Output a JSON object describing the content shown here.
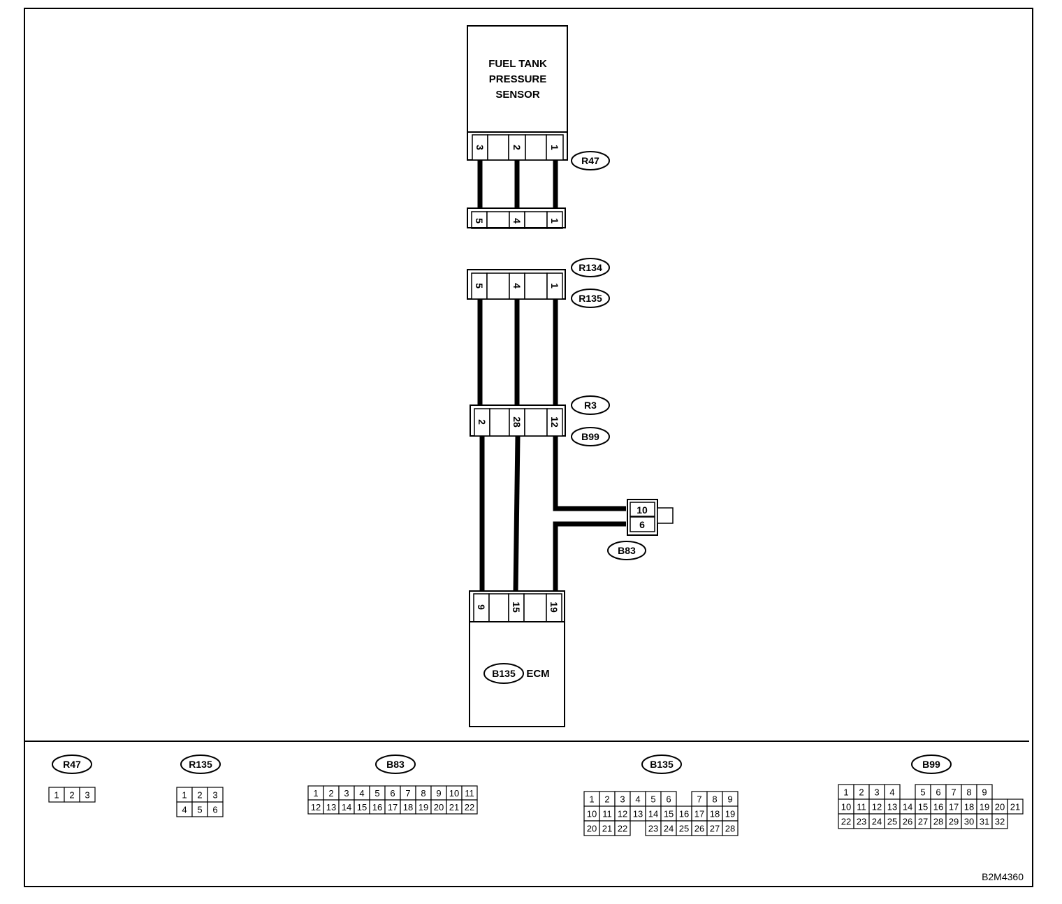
{
  "sensor": {
    "lines": [
      "FUEL TANK",
      "PRESSURE",
      "SENSOR"
    ]
  },
  "ecm": {
    "connector": "B135",
    "label": "ECM"
  },
  "connectors_main": {
    "r47": {
      "tag": "R47",
      "pins": [
        "3",
        "2",
        "1"
      ]
    },
    "r134_r135": {
      "tags": [
        "R134",
        "R135"
      ],
      "pins": [
        "5",
        "4",
        "1"
      ]
    },
    "r3_b99": {
      "tags": [
        "R3",
        "B99"
      ],
      "pins": [
        "2",
        "28",
        "12"
      ]
    },
    "ecm_pins": [
      "9",
      "15",
      "19"
    ],
    "b83": {
      "tag": "B83",
      "pins": [
        "10",
        "6"
      ]
    }
  },
  "legend": [
    {
      "tag": "R47",
      "rows": [
        [
          "1",
          "2",
          "3"
        ]
      ]
    },
    {
      "tag": "R135",
      "rows": [
        [
          "1",
          "2",
          "3"
        ],
        [
          "4",
          "5",
          "6"
        ]
      ]
    },
    {
      "tag": "B83",
      "rows": [
        [
          "1",
          "2",
          "3",
          "4",
          "5",
          "6",
          "7",
          "8",
          "9",
          "10",
          "11"
        ],
        [
          "12",
          "13",
          "14",
          "15",
          "16",
          "17",
          "18",
          "19",
          "20",
          "21",
          "22"
        ]
      ]
    },
    {
      "tag": "B135",
      "rows": [
        [
          "1",
          "2",
          "3",
          "4",
          "5",
          "6",
          "",
          "7",
          "8",
          "9"
        ],
        [
          "10",
          "11",
          "12",
          "13",
          "14",
          "15",
          "16",
          "17",
          "18",
          "19"
        ],
        [
          "20",
          "21",
          "22",
          "",
          "23",
          "24",
          "25",
          "26",
          "27",
          "28"
        ]
      ]
    },
    {
      "tag": "B99",
      "rows": [
        [
          "1",
          "2",
          "3",
          "4",
          "",
          "5",
          "6",
          "7",
          "8",
          "9"
        ],
        [
          "10",
          "11",
          "12",
          "13",
          "14",
          "15",
          "16",
          "17",
          "18",
          "19",
          "20",
          "21"
        ],
        [
          "22",
          "23",
          "24",
          "25",
          "26",
          "27",
          "28",
          "29",
          "30",
          "31",
          "32"
        ]
      ]
    }
  ],
  "figure_code": "B2M4360"
}
